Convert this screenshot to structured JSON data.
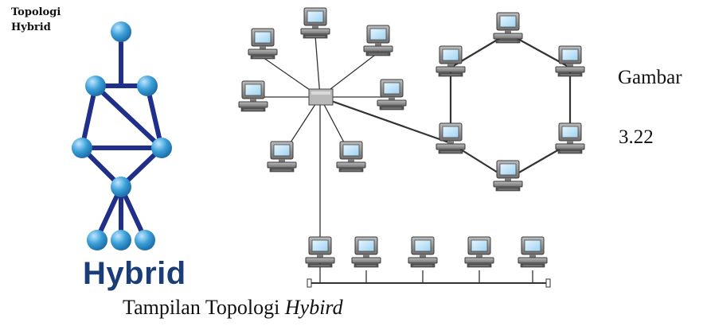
{
  "left_panel": {
    "title_line1": "Topologi",
    "title_line2": "Hybrid",
    "logo_word": "Hybrid"
  },
  "side_label": {
    "line1": "Gambar",
    "line2": "3.22"
  },
  "caption": {
    "prefix": "Tampilan Topologi",
    "italic": "Hybird"
  },
  "colors": {
    "node": "#3a9fd8",
    "edge": "#1f2f8a",
    "computer_body": "#8e8e8e",
    "screen": "#b8dff5",
    "link": "#333333"
  },
  "icons": [
    "hub-icon",
    "computer-icon",
    "bus-terminator-icon"
  ]
}
